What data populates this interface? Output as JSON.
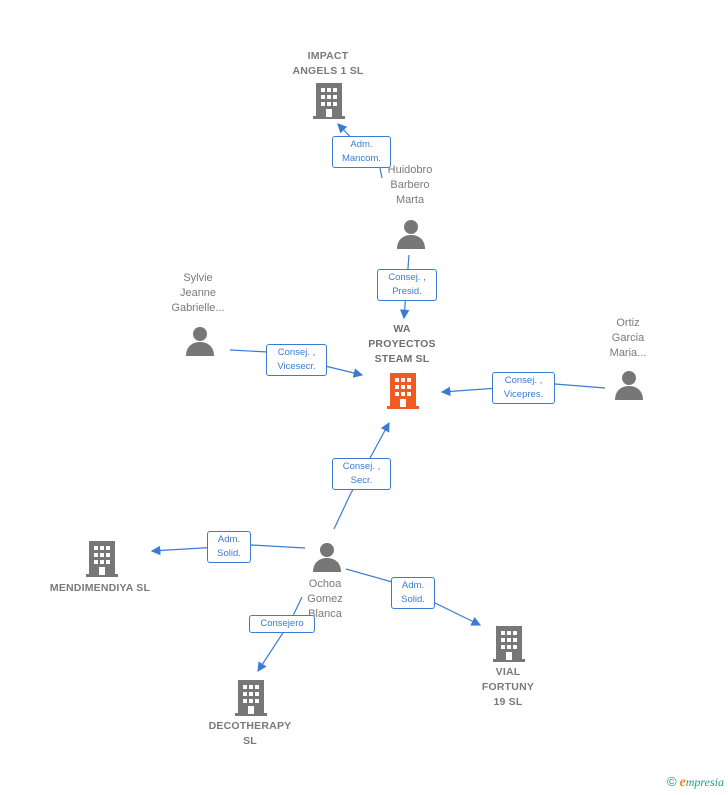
{
  "colors": {
    "person": "#777777",
    "company": "#777777",
    "main_company": "#f05a23",
    "edge": "#3b7bd4"
  },
  "nodes": {
    "impact": {
      "name": "IMPACT\nANGELS 1  SL",
      "icon": "building-icon"
    },
    "huidobro": {
      "name": "Huidobro\nBarbero\nMarta",
      "icon": "person-icon"
    },
    "sylvie": {
      "name": "Sylvie\nJeanne\nGabrielle...",
      "icon": "person-icon"
    },
    "wa": {
      "name": "WA\nPROYECTOS\nSTEAM  SL",
      "icon": "building-icon"
    },
    "ortiz": {
      "name": "Ortiz\nGarcia\nMaria...",
      "icon": "person-icon"
    },
    "mendi": {
      "name": "MENDIMENDIYA SL",
      "icon": "building-icon"
    },
    "ochoa": {
      "name": "Ochoa\nGomez\nBlanca",
      "icon": "person-icon"
    },
    "deco": {
      "name": "DECOTHERAPY\nSL",
      "icon": "building-icon"
    },
    "vial": {
      "name": "VIAL\nFORTUNY\n19 SL",
      "icon": "building-icon"
    }
  },
  "relations": {
    "r1": "Adm.\nMancom.",
    "r2": "Consej. ,\nPresid.",
    "r3": "Consej. ,\nVicesecr.",
    "r4": "Consej. ,\nVicepres.",
    "r5": "Consej. ,\nSecr.",
    "r6": "Adm.\nSolid.",
    "r7": "Consejero",
    "r8": "Adm.\nSolid."
  },
  "footer": {
    "copyright": "©",
    "brand_initial": "e",
    "brand_rest": "mpresia"
  }
}
